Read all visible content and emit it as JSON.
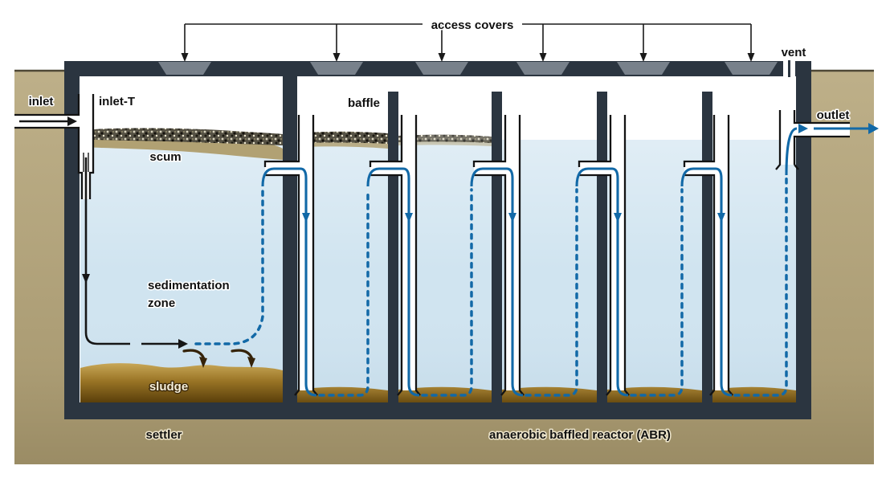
{
  "diagram": {
    "labels": {
      "access_covers": "access covers",
      "vent": "vent",
      "inlet": "inlet",
      "inlet_t": "inlet-T",
      "scum": "scum",
      "baffle": "baffle",
      "sedimentation_line1": "sedimentation",
      "sedimentation_line2": "zone",
      "sludge": "sludge",
      "settler": "settler",
      "outlet": "outlet",
      "abr": "anaerobic baffled reactor (ABR)"
    },
    "structure": {
      "access_cover_count": 6,
      "abr_chamber_count": 5,
      "down_pipe_count": 5,
      "hanging_baffle_count": 4
    },
    "colors": {
      "soil": "#b6a77e",
      "tank_wall": "#2b3540",
      "access_cover": "#78818b",
      "water": "#d0e4f0",
      "scum_khaki": "#b1a173",
      "flow_blue": "#1269a7",
      "flow_black": "#161616",
      "settle_arrow_brown": "#35230a",
      "sludge_dark": "#5a3f0a",
      "sludge_light": "#c8a757"
    }
  }
}
